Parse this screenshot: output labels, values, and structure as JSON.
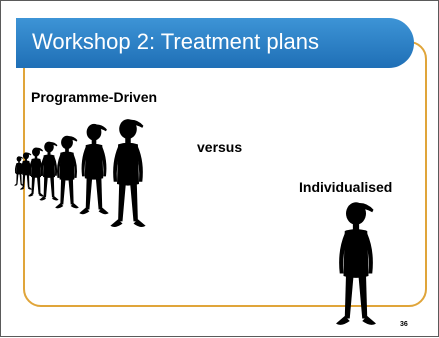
{
  "slide": {
    "title": "Workshop 2: Treatment plans",
    "label_left": "Programme-Driven",
    "label_middle": "versus",
    "label_right": "Individualised",
    "slide_number": "36"
  },
  "colors": {
    "title_bar": "#2a7fc4",
    "frame": "#e0a53a",
    "figure": "#000000"
  }
}
